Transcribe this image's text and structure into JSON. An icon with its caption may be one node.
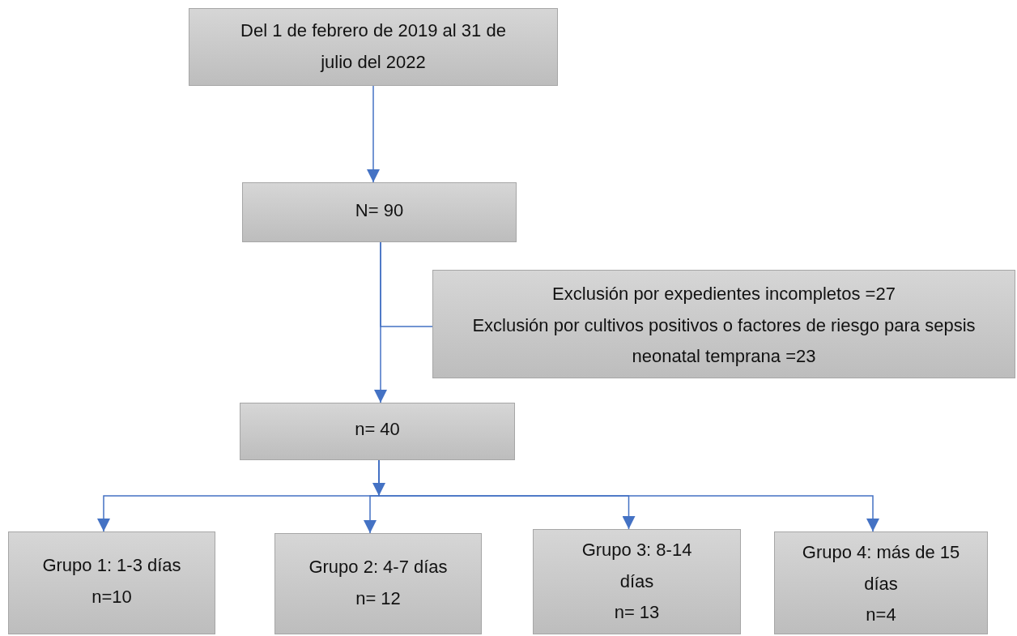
{
  "diagram": {
    "nodes": [
      {
        "text": [
          "Del 1 de febrero de 2019 al 31 de julio del 2022"
        ]
      },
      {
        "text": [
          "N= 90"
        ]
      },
      {
        "text": [
          "Exclusión por expedientes incompletos =27",
          "Exclusión por cultivos positivos o factores de riesgo para sepsis neonatal temprana =23"
        ]
      },
      {
        "text": [
          "n= 40"
        ]
      },
      {
        "text": [
          "Grupo 1: 1-3 días",
          "n=10"
        ]
      },
      {
        "text": [
          "Grupo 2: 4-7 días",
          "n= 12"
        ]
      },
      {
        "text": [
          "Grupo 3: 8-14 días",
          "n= 13"
        ]
      },
      {
        "text": [
          "Grupo 4: más de 15 días",
          "n=4"
        ]
      }
    ],
    "edges": [
      {
        "from": 0,
        "to": 1,
        "arrow": "to"
      },
      {
        "from": 1,
        "to": 3,
        "arrow": "to"
      },
      {
        "from": 1,
        "to": 2,
        "arrow": "none"
      },
      {
        "from": 3,
        "to": 4,
        "arrow": "to"
      },
      {
        "from": 3,
        "to": 5,
        "arrow": "to"
      },
      {
        "from": 3,
        "to": 6,
        "arrow": "to"
      },
      {
        "from": 3,
        "to": 7,
        "arrow": "to"
      }
    ]
  }
}
